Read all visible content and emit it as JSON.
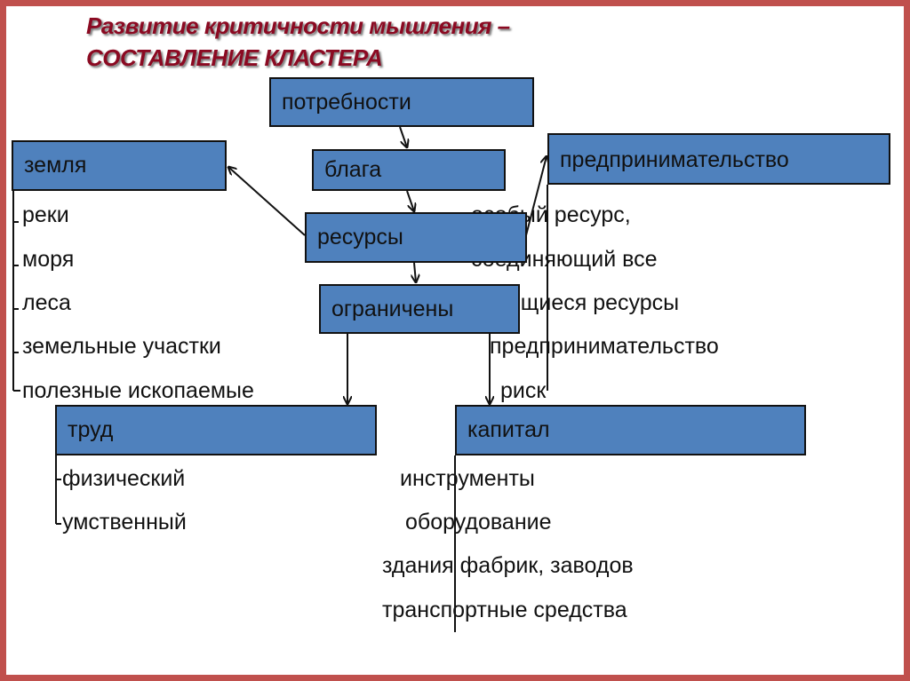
{
  "title": {
    "line1": "Развитие критичности мышления –",
    "line2": "СОСТАВЛЕНИЕ КЛАСТЕРА"
  },
  "nodes": {
    "needs": "потребности",
    "goods": "блага",
    "resources": "ресурсы",
    "limited": "ограничены",
    "land": "земля",
    "labor": "труд",
    "capital": "капитал",
    "entrepreneurship": "предпринимательство"
  },
  "land_items": [
    "реки",
    "моря",
    "леса",
    "земельные участки",
    "полезные ископаемые"
  ],
  "labor_items": [
    "физический",
    "умственный"
  ],
  "capital_items": [
    "инструменты",
    "оборудование",
    "здания фабрик, заводов",
    "транспортные средства"
  ],
  "entrepreneurship_items": [
    "особый ресурс,",
    "соединяющий все",
    "имеющиеся ресурсы",
    "предпринимательство",
    "риск"
  ],
  "colors": {
    "box": "#4f81bd",
    "frame": "#c0504d",
    "title": "#8b0a22"
  }
}
